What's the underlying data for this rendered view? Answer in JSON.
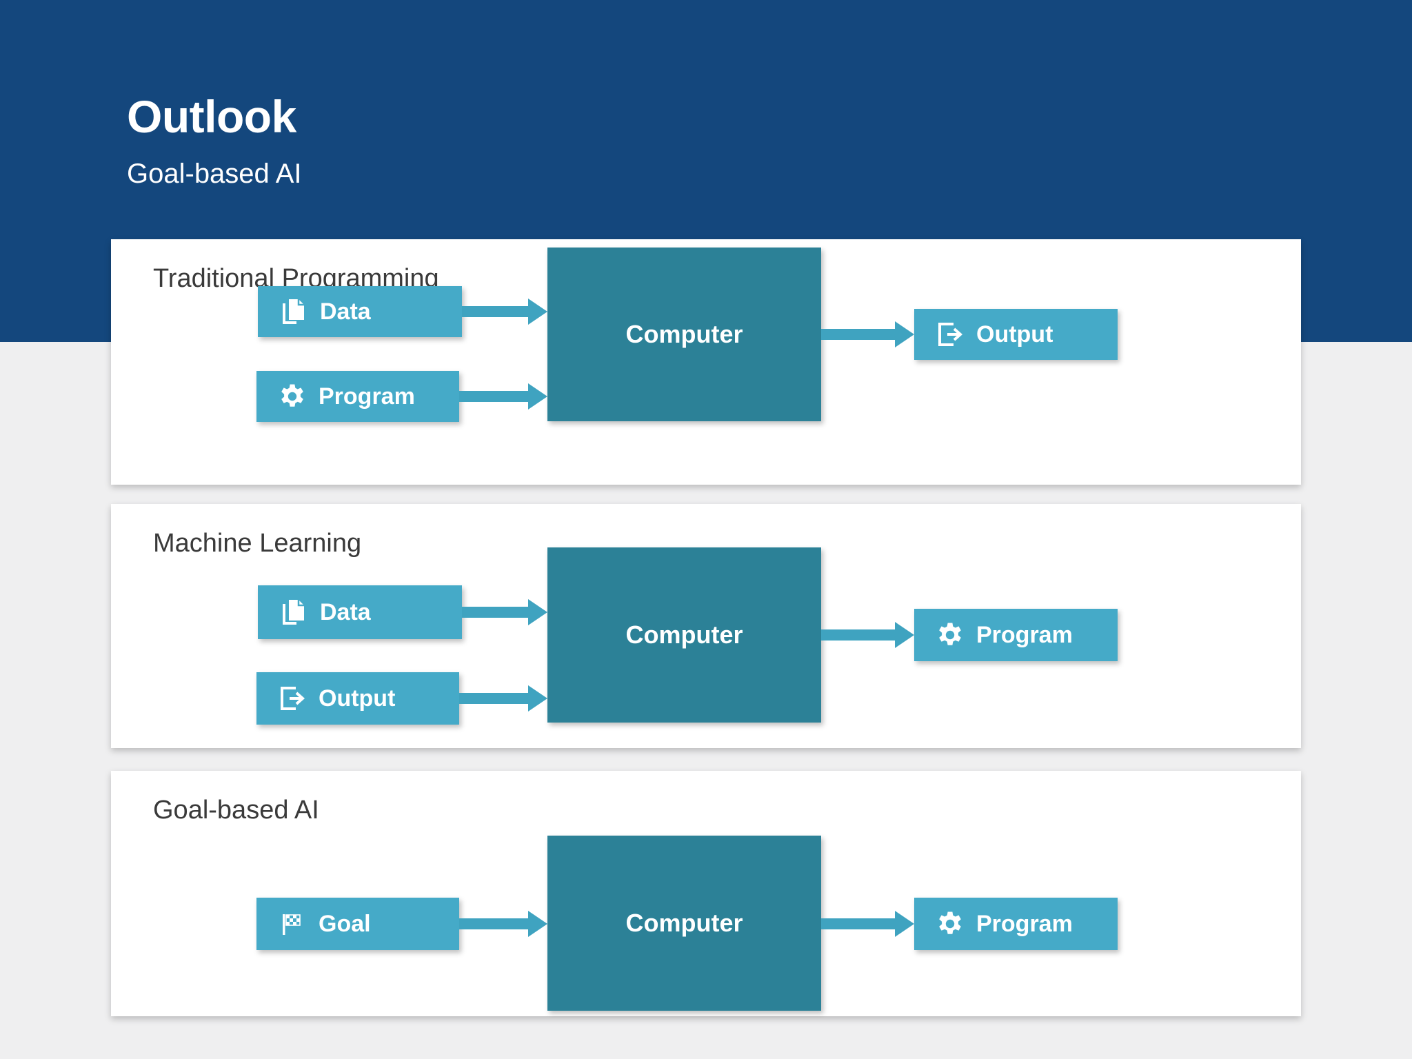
{
  "header": {
    "title": "Outlook",
    "subtitle": "Goal-based AI"
  },
  "colors": {
    "header_bg": "#14477d",
    "page_bg": "#efeff0",
    "panel_bg": "#ffffff",
    "node_light": "#45aac8",
    "node_dark": "#2c8197",
    "arrow": "#3fa3c0",
    "panel_title_text": "#3a3a3a",
    "node_text": "#ffffff"
  },
  "panels": [
    {
      "title": "Traditional Programming",
      "inputs": [
        {
          "label": "Data",
          "icon": "documents-icon"
        },
        {
          "label": "Program",
          "icon": "gear-icon"
        }
      ],
      "processor": {
        "label": "Computer"
      },
      "outputs": [
        {
          "label": "Output",
          "icon": "export-arrow-icon"
        }
      ]
    },
    {
      "title": "Machine Learning",
      "inputs": [
        {
          "label": "Data",
          "icon": "documents-icon"
        },
        {
          "label": "Output",
          "icon": "export-arrow-icon"
        }
      ],
      "processor": {
        "label": "Computer"
      },
      "outputs": [
        {
          "label": "Program",
          "icon": "gear-icon"
        }
      ]
    },
    {
      "title": "Goal-based AI",
      "inputs": [
        {
          "label": "Goal",
          "icon": "checkered-flag-icon"
        }
      ],
      "processor": {
        "label": "Computer"
      },
      "outputs": [
        {
          "label": "Program",
          "icon": "gear-icon"
        }
      ]
    }
  ]
}
